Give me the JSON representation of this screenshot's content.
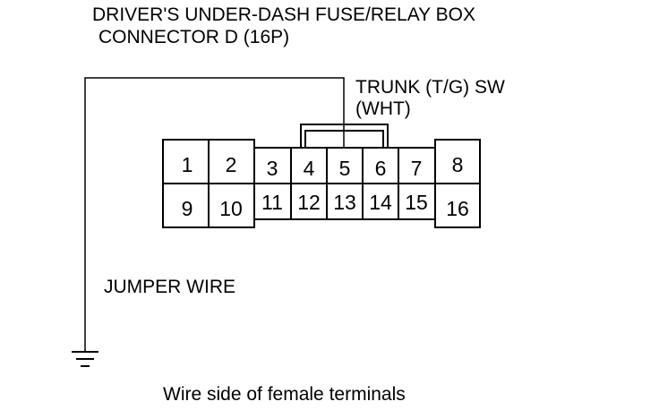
{
  "title": {
    "line1": "DRIVER'S UNDER-DASH FUSE/RELAY BOX",
    "line2": "CONNECTOR D (16P)"
  },
  "trunk_switch": {
    "line1": "TRUNK (T/G) SW",
    "line2": "(WHT)"
  },
  "jumper_label": "JUMPER WIRE",
  "caption": "Wire side of female terminals",
  "connector": {
    "terminals_top": [
      "1",
      "2",
      "3",
      "4",
      "5",
      "6",
      "7",
      "8"
    ],
    "terminals_bottom": [
      "9",
      "10",
      "11",
      "12",
      "13",
      "14",
      "15",
      "16"
    ]
  },
  "icons": [
    "ground-icon"
  ]
}
